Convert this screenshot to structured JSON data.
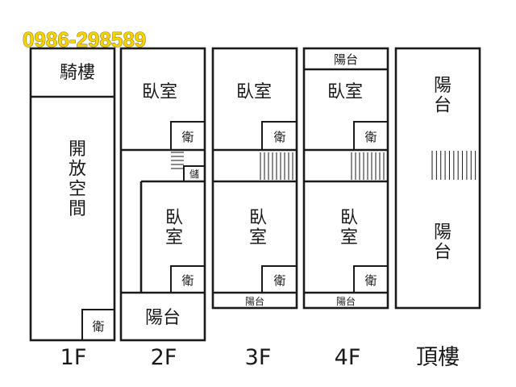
{
  "contact": {
    "phone": "0986-298589"
  },
  "floors": {
    "f1": {
      "label": "1F",
      "arcade": "騎樓",
      "open_space": "開放空間",
      "bath": "衛"
    },
    "f2": {
      "label": "2F",
      "bedroom_front": "臥室",
      "bath_front": "衛",
      "storage": "儲",
      "bedroom_rear": "臥室",
      "bath_rear": "衛",
      "balcony": "陽台"
    },
    "f3": {
      "label": "3F",
      "bedroom_front": "臥室",
      "bath_front": "衛",
      "bedroom_rear": "臥室",
      "bath_rear": "衛",
      "balcony": "陽台"
    },
    "f4": {
      "label": "4F",
      "balcony_front": "陽台",
      "bedroom_front": "臥室",
      "bath_front": "衛",
      "bedroom_rear": "臥室",
      "bath_rear": "衛",
      "balcony_rear": "陽台"
    },
    "roof": {
      "label": "頂樓",
      "balcony_front": "陽台",
      "balcony_rear": "陽台"
    }
  }
}
